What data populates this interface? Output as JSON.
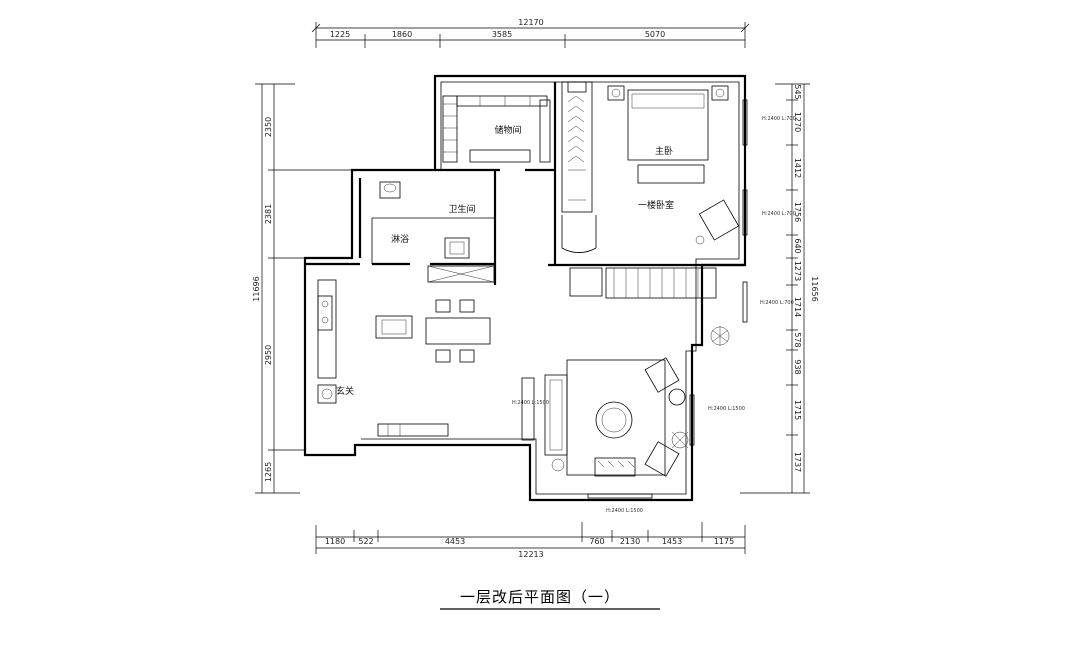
{
  "drawing": {
    "title": "一层改后平面图（一）"
  },
  "rooms": {
    "storage": "储物间",
    "bathroom": "卫生间",
    "shower": "淋浴",
    "master_bedroom": "主卧",
    "bedroom_label": "一楼卧室",
    "entrance": "玄关"
  },
  "dimensions": {
    "top_total": "12170",
    "top_segments": [
      "1225",
      "1860",
      "3585",
      "5070"
    ],
    "bottom_total": "12213",
    "bottom_segments": [
      "1180",
      "522",
      "4453",
      "760",
      "2130",
      "1453",
      "1175"
    ],
    "left_total": "11696",
    "left_segments": [
      "2350",
      "2381",
      "2950",
      "1265"
    ],
    "right_total": "11656",
    "right_segments": [
      "545",
      "1270",
      "1412",
      "1756",
      "640",
      "1273",
      "1714",
      "578",
      "938",
      "1715",
      "1737"
    ]
  },
  "window_tags": {
    "w1": "H:2400 L:700",
    "w2": "H:2400 L:700",
    "w3": "H:2400 L:700",
    "w4": "H:2400 L:1500",
    "w5": "H:2400 L:1500",
    "w6": "H:2400 L:1500"
  }
}
